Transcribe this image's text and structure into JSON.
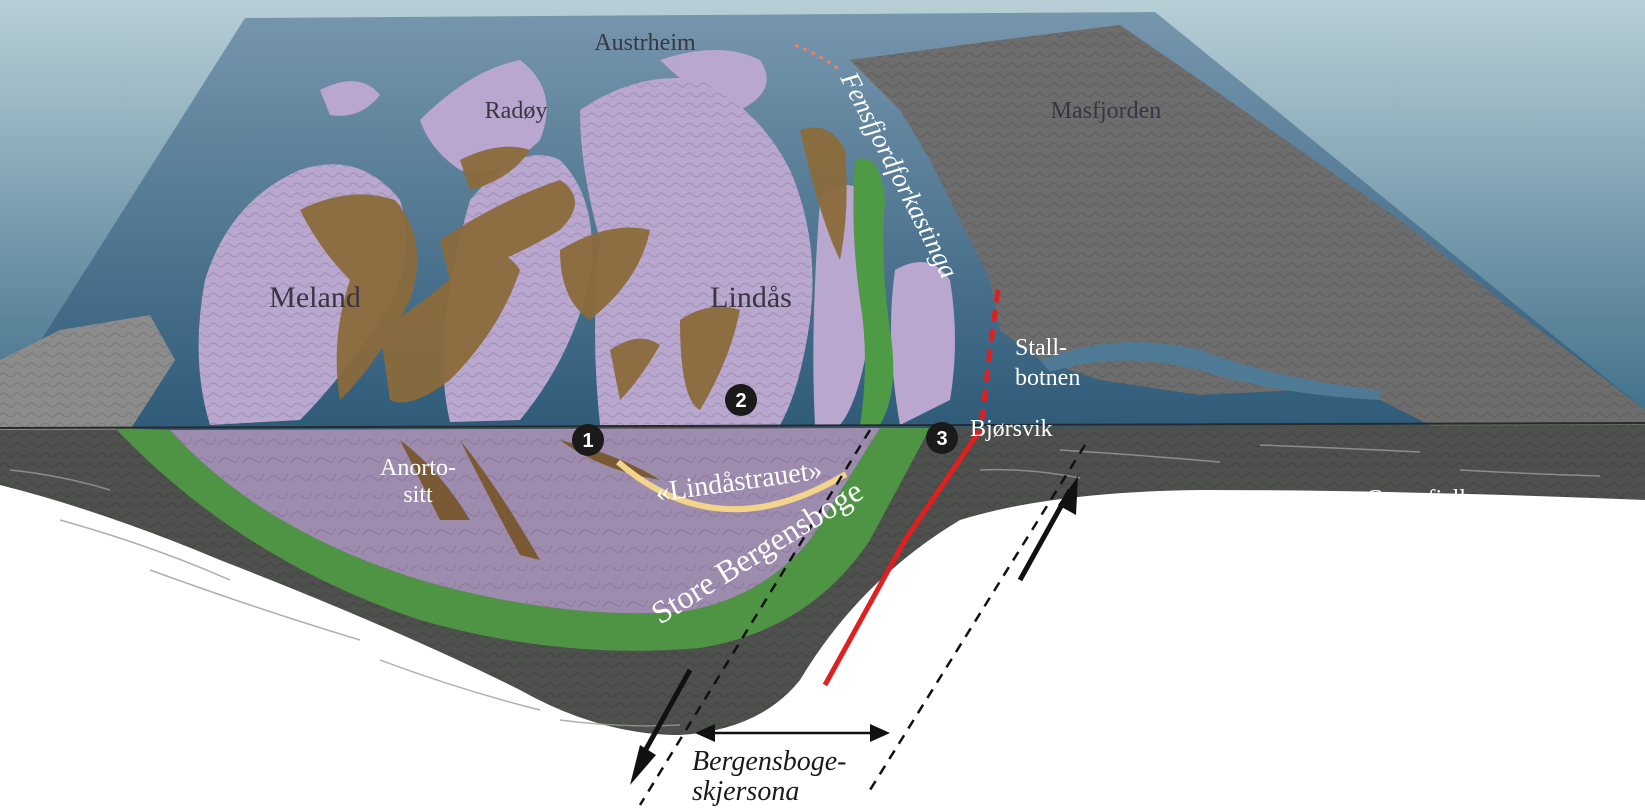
{
  "places": {
    "austrheim": "Austrheim",
    "radoy": "Radøy",
    "masfjorden": "Masfjorden",
    "meland": "Meland",
    "lindas": "Lindås",
    "stall_1": "Stall-",
    "stall_2": "botnen",
    "bjorsvik": "Bjørsvik",
    "grunnfjell": "Grunnfjell",
    "anorto_1": "Anorto-",
    "anorto_2": "sitt"
  },
  "fault_label": "Fensfjordforkastinga",
  "arc_label": "«Lindåstrauet»",
  "arc_main_label": "Store Bergensboge",
  "zone_label_1": "Bergensboge-",
  "zone_label_2": "skjersona",
  "markers": [
    "1",
    "2",
    "3"
  ],
  "colors": {
    "sky_top": "#a9c3cd",
    "sky_bottom": "#3f6f8a",
    "sea": "#4f7a96",
    "land_pink": "#b7a6cc",
    "land_brown": "#8a6a3a",
    "land_gray": "#6c6c6c",
    "grunnfjell": "#4d4f4c",
    "purple_section": "#9d8cad",
    "green_arc": "#4f9444",
    "red_fault": "#e02020",
    "arc_yellow": "#f2d48a"
  }
}
